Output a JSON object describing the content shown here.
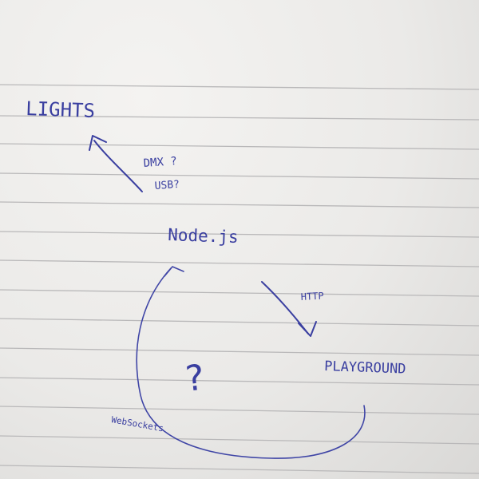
{
  "nodes": {
    "lights": "LIGHTS",
    "nodejs": "Node.js",
    "playground": "PLAYGROUND"
  },
  "edges": {
    "dmx": "DMX ?",
    "usb": "USB?",
    "http": "HTTP",
    "websockets": "WebSockets"
  },
  "unknown_mark": "?",
  "ink_color": "#3a3fa0"
}
